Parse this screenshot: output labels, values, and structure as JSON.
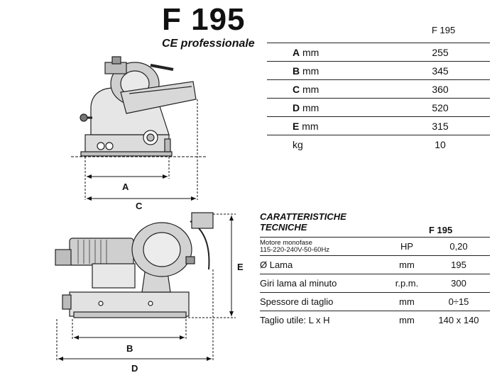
{
  "header": {
    "title": "F 195",
    "subtitle": "CE professionale"
  },
  "dimensions": {
    "model": "F 195",
    "rows": [
      {
        "letter": "A",
        "unit": "mm",
        "value": "255"
      },
      {
        "letter": "B",
        "unit": "mm",
        "value": "345"
      },
      {
        "letter": "C",
        "unit": "mm",
        "value": "360"
      },
      {
        "letter": "D",
        "unit": "mm",
        "value": "520"
      },
      {
        "letter": "E",
        "unit": "mm",
        "value": "315"
      },
      {
        "letter": "",
        "unit": "kg",
        "value": "10"
      }
    ]
  },
  "technical": {
    "title_line1": "CARATTERISTICHE",
    "title_line2": "TECNICHE",
    "model": "F 195",
    "rows": [
      {
        "label": "Motore monofase",
        "label2": "115-220-240V-50-60Hz",
        "unit": "HP",
        "value": "0,20"
      },
      {
        "label": "Ø Lama",
        "unit": "mm",
        "value": "195"
      },
      {
        "label": "Giri lama al minuto",
        "unit": "r.p.m.",
        "value": "300"
      },
      {
        "label": "Spessore di taglio",
        "unit": "mm",
        "value": "0÷15"
      },
      {
        "label": "Taglio utile: L x H",
        "unit": "mm",
        "value": "140 x 140"
      }
    ]
  },
  "drawing_labels": {
    "a": "A",
    "b": "B",
    "c": "C",
    "d": "D",
    "e": "E"
  }
}
